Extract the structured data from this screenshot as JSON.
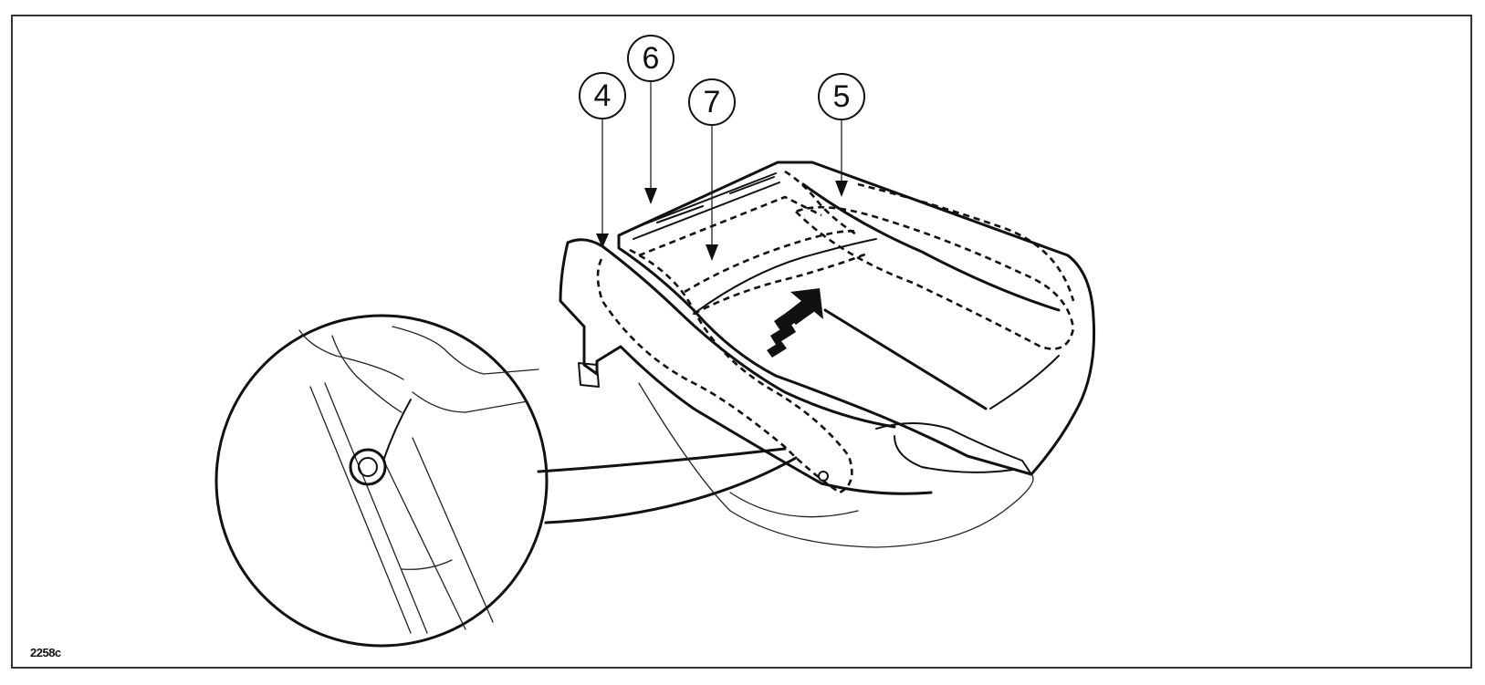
{
  "figure": {
    "code": "2258c",
    "callouts": [
      {
        "id": "4",
        "label": "4"
      },
      {
        "id": "6",
        "label": "6"
      },
      {
        "id": "7",
        "label": "7"
      },
      {
        "id": "5",
        "label": "5"
      }
    ],
    "colors": {
      "ink": "#111111",
      "background": "#ffffff"
    }
  }
}
